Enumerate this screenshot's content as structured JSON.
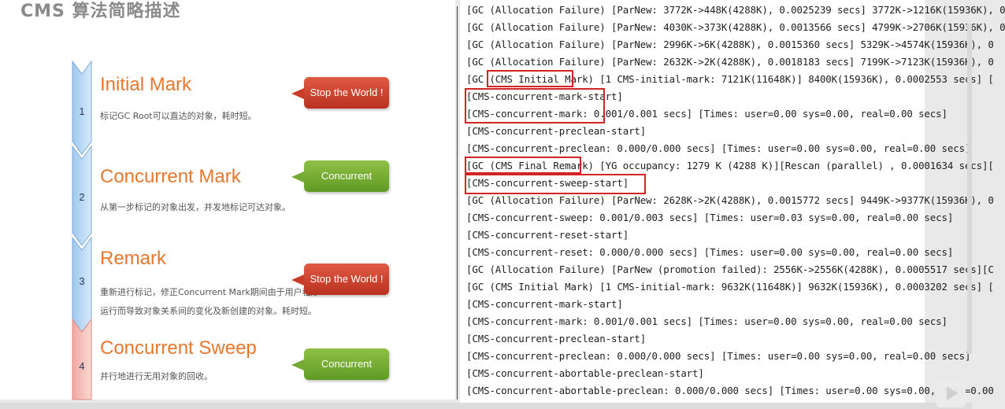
{
  "slide": {
    "title": "CMS 算法简略描述",
    "steps": [
      {
        "num": "1",
        "title": "Initial Mark",
        "desc": [
          "标记GC Root可以直达的对象，耗时短。"
        ],
        "callout": "Stop the World !",
        "callout_type": "stop"
      },
      {
        "num": "2",
        "title": "Concurrent Mark",
        "desc": [
          "从第一步标记的对象出发，并发地标记可达对象。"
        ],
        "callout": "Concurrent",
        "callout_type": "concurrent"
      },
      {
        "num": "3",
        "title": "Remark",
        "desc": [
          "重新进行标记，修正Concurrent Mark期间由于用户程序",
          "运行而导致对象关系间的变化及新创建的对象。耗时短。"
        ],
        "callout": "Stop the World !",
        "callout_type": "stop"
      },
      {
        "num": "4",
        "title": "Concurrent Sweep",
        "desc": [
          "并行地进行无用对象的回收。"
        ],
        "callout": "Concurrent",
        "callout_type": "concurrent"
      }
    ]
  },
  "log": {
    "lines": [
      "[GC (Allocation Failure) [ParNew: 3772K->448K(4288K), 0.0025239 secs] 3772K->1216K(15936K), 0",
      "[GC (Allocation Failure) [ParNew: 4030K->373K(4288K), 0.0013566 secs] 4799K->2706K(15936K), 0",
      "[GC (Allocation Failure) [ParNew: 2996K->6K(4288K), 0.0015360 secs] 5329K->4574K(15936K), 0",
      "[GC (Allocation Failure) [ParNew: 2632K->2K(4288K), 0.0018183 secs] 7199K->7123K(15936K), 0",
      "[GC (CMS Initial Mark) [1 CMS-initial-mark: 7121K(11648K)] 8400K(15936K), 0.0002553 secs] [",
      "[CMS-concurrent-mark-start]",
      "[CMS-concurrent-mark: 0.001/0.001 secs] [Times: user=0.00 sys=0.00, real=0.00 secs]",
      "[CMS-concurrent-preclean-start]",
      "[CMS-concurrent-preclean: 0.000/0.000 secs] [Times: user=0.00 sys=0.00, real=0.00 secs]",
      "[GC (CMS Final Remark) [YG occupancy: 1279 K (4288 K)][Rescan (parallel) , 0.0001634 secs][",
      "[CMS-concurrent-sweep-start]",
      "[GC (Allocation Failure) [ParNew: 2628K->2K(4288K), 0.0015772 secs] 9449K->9377K(15936K), 0",
      "[CMS-concurrent-sweep: 0.001/0.003 secs] [Times: user=0.03 sys=0.00, real=0.00 secs]",
      "[CMS-concurrent-reset-start]",
      "[CMS-concurrent-reset: 0.000/0.000 secs] [Times: user=0.00 sys=0.00, real=0.00 secs]",
      "[GC (Allocation Failure) [ParNew (promotion failed): 2556K->2556K(4288K), 0.0005517 secs][C",
      "[GC (CMS Initial Mark) [1 CMS-initial-mark: 9632K(11648K)] 9632K(15936K), 0.0003202 secs] [",
      "[CMS-concurrent-mark-start]",
      "[CMS-concurrent-mark: 0.001/0.001 secs] [Times: user=0.00 sys=0.00, real=0.00 secs]",
      "[CMS-concurrent-preclean-start]",
      "[CMS-concurrent-preclean: 0.000/0.000 secs] [Times: user=0.00 sys=0.00, real=0.00 secs]",
      "[CMS-concurrent-abortable-preclean-start]",
      "[CMS-concurrent-abortable-preclean: 0.000/0.000 secs] [Times: user=0.00 sys=0.00, real=0.00"
    ]
  },
  "colors": {
    "callout_stop": "#c83c28",
    "callout_concurrent": "#74a934",
    "step_title": "#e8772e",
    "highlight_box": "#d32424"
  },
  "icons": [
    "play-icon"
  ]
}
